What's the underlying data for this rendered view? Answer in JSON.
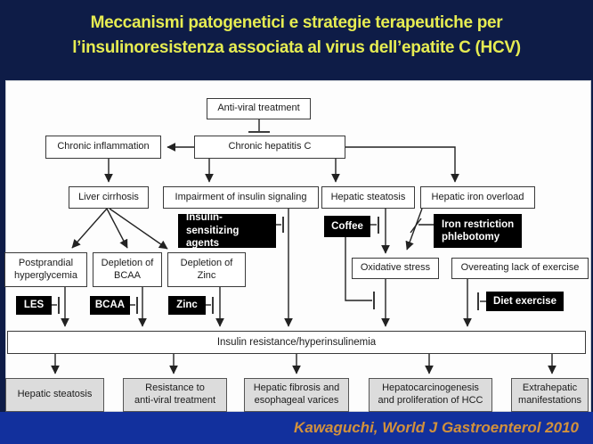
{
  "slide": {
    "title": "Meccanismi patogenetici e strategie terapeutiche per\nl’insulinoresistenza associata al virus dell’epatite C (HCV)",
    "citation": "Kawaguchi, World J Gastroenterol 2010"
  },
  "colors": {
    "background_navy": "#0e1c47",
    "footer_blue": "#12309d",
    "title_yellow": "#e6ec52",
    "citation_orange": "#d2913c",
    "panel_white": "#fdfdfd",
    "intervention_black": "#000000",
    "outcome_gray": "#dcdcdc",
    "line_color": "#222222"
  },
  "diagram": {
    "nodes": {
      "antiviral": "Anti-viral treatment",
      "chronic_inflammation": "Chronic inflammation",
      "chronic_hepatitis_c": "Chronic hepatitis C",
      "liver_cirrhosis": "Liver cirrhosis",
      "impairment_insulin": "Impairment of insulin signaling",
      "hepatic_steatosis": "Hepatic steatosis",
      "hepatic_iron_overload": "Hepatic iron overload",
      "insulin_sensitizing": "Insulin-sensitizing\nagents",
      "coffee": "Coffee",
      "iron_restriction": "Iron restriction\nphlebotomy",
      "postprandial": "Postprandial\nhyperglycemia",
      "depletion_bcaa": "Depletion of\nBCAA",
      "depletion_zinc": "Depletion of\nZinc",
      "oxidative_stress": "Oxidative stress",
      "overeating": "Overeating lack of exercise",
      "les": "LES",
      "bcaa": "BCAA",
      "zinc": "Zinc",
      "diet_exercise": "Diet exercise",
      "insulin_resistance": "Insulin resistance/hyperinsulinemia",
      "out_hepatic_steatosis": "Hepatic steatosis",
      "out_resistance_antiviral": "Resistance to\nanti-viral treatment",
      "out_fibrosis_varices": "Hepatic fibrosis and\nesophageal varices",
      "out_hcc": "Hepatocarcinogenesis\nand proliferation of HCC",
      "out_extrahepatic": "Extrahepatic\nmanifestations"
    },
    "edges": [
      {
        "from": "antiviral",
        "to": "chronic_hepatitis_c",
        "type": "inhibit"
      },
      {
        "from": "chronic_hepatitis_c",
        "to": "chronic_inflammation",
        "type": "arrow"
      },
      {
        "from": "chronic_inflammation",
        "to": "liver_cirrhosis",
        "type": "arrow"
      },
      {
        "from": "chronic_hepatitis_c",
        "to": "impairment_insulin",
        "type": "arrow"
      },
      {
        "from": "chronic_hepatitis_c",
        "to": "hepatic_steatosis",
        "type": "arrow"
      },
      {
        "from": "chronic_hepatitis_c",
        "to": "hepatic_iron_overload",
        "type": "arrow"
      },
      {
        "from": "liver_cirrhosis",
        "to": "postprandial",
        "type": "arrow"
      },
      {
        "from": "liver_cirrhosis",
        "to": "depletion_bcaa",
        "type": "arrow"
      },
      {
        "from": "liver_cirrhosis",
        "to": "depletion_zinc",
        "type": "arrow"
      },
      {
        "from": "impairment_insulin",
        "to": "insulin_resistance",
        "type": "arrow"
      },
      {
        "from": "insulin_sensitizing",
        "to": "impairment_insulin-insulin_resistance",
        "type": "inhibit"
      },
      {
        "from": "hepatic_steatosis",
        "to": "oxidative_stress",
        "type": "arrow"
      },
      {
        "from": "coffee",
        "to": "hepatic_steatosis-oxidative_stress",
        "type": "inhibit"
      },
      {
        "from": "coffee",
        "to": "oxidative_stress-insulin_resistance",
        "type": "inhibit"
      },
      {
        "from": "hepatic_iron_overload",
        "to": "oxidative_stress",
        "type": "arrow"
      },
      {
        "from": "iron_restriction",
        "to": "hepatic_iron_overload-oxidative_stress",
        "type": "inhibit"
      },
      {
        "from": "oxidative_stress",
        "to": "insulin_resistance",
        "type": "arrow"
      },
      {
        "from": "postprandial",
        "to": "insulin_resistance",
        "type": "arrow"
      },
      {
        "from": "les",
        "to": "postprandial-insulin_resistance",
        "type": "inhibit"
      },
      {
        "from": "depletion_bcaa",
        "to": "insulin_resistance",
        "type": "arrow"
      },
      {
        "from": "bcaa",
        "to": "depletion_bcaa-insulin_resistance",
        "type": "inhibit"
      },
      {
        "from": "depletion_zinc",
        "to": "insulin_resistance",
        "type": "arrow"
      },
      {
        "from": "zinc",
        "to": "depletion_zinc-insulin_resistance",
        "type": "inhibit"
      },
      {
        "from": "overeating",
        "to": "insulin_resistance",
        "type": "arrow"
      },
      {
        "from": "diet_exercise",
        "to": "overeating-insulin_resistance",
        "type": "inhibit"
      },
      {
        "from": "insulin_resistance",
        "to": "out_hepatic_steatosis",
        "type": "arrow"
      },
      {
        "from": "insulin_resistance",
        "to": "out_resistance_antiviral",
        "type": "arrow"
      },
      {
        "from": "insulin_resistance",
        "to": "out_fibrosis_varices",
        "type": "arrow"
      },
      {
        "from": "insulin_resistance",
        "to": "out_hcc",
        "type": "arrow"
      },
      {
        "from": "insulin_resistance",
        "to": "out_extrahepatic",
        "type": "arrow"
      }
    ]
  }
}
